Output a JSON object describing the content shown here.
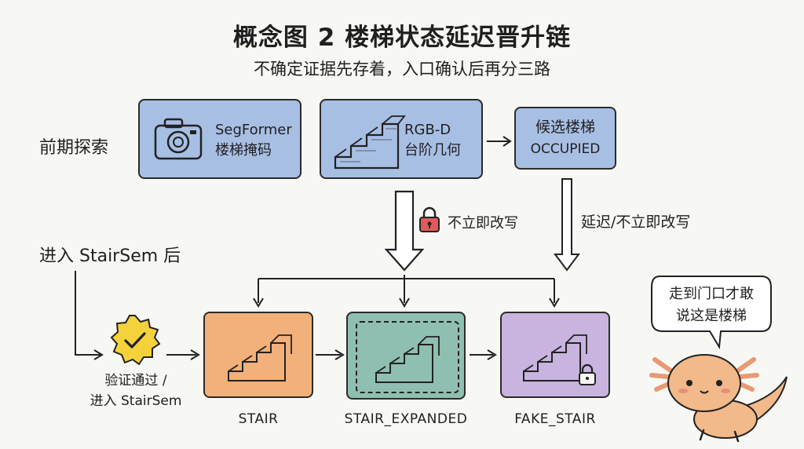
{
  "header": {
    "title": "概念图 2 楼梯状态延迟晋升链",
    "subtitle": "不确定证据先存着，入口确认后再分三路"
  },
  "rows": {
    "explore_label": "前期探索",
    "enter_label": "进入 StairSem 后"
  },
  "explore_boxes": [
    {
      "line1": "SegFormer",
      "line2": "楼梯掩码",
      "icon": "camera-icon"
    },
    {
      "line1": "RGB-D",
      "line2": "台阶几何",
      "icon": "stairs-sketch-icon"
    },
    {
      "line1": "候选楼梯",
      "line2": "OCCUPIED"
    }
  ],
  "annotations": {
    "no_rewrite": "不立即改写",
    "delay_no_rewrite": "延迟/不立即改写"
  },
  "verify": {
    "line1": "验证通过 /",
    "line2": "进入 StairSem",
    "icon": "badge-check-icon"
  },
  "states": [
    {
      "label": "STAIR",
      "color": "#f2b07a"
    },
    {
      "label": "STAIR_EXPANDED",
      "color": "#8fbfb0"
    },
    {
      "label": "FAKE_STAIR",
      "color": "#c8b4df"
    }
  ],
  "mascot": {
    "speech_line1": "走到门口才敢",
    "speech_line2": "说这是楼梯",
    "icon": "axolotl-mascot-icon"
  },
  "colors": {
    "blue_box": "#a8bfe4",
    "lock_red": "#e05a5a",
    "badge_yellow": "#f4d23c"
  }
}
